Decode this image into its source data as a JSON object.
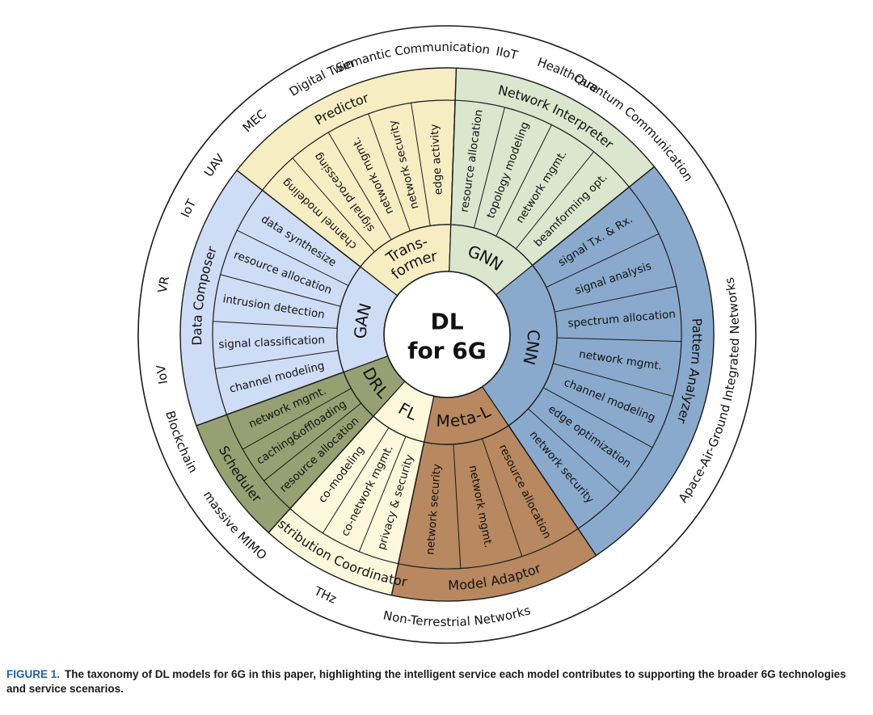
{
  "center": {
    "line1": "DL",
    "line2": "for 6G"
  },
  "colors": {
    "transformer": "#f7edc3",
    "gnn": "#dae6cd",
    "cnn": "#8aaacd",
    "meta": "#b88860",
    "fl": "#fdf8dc",
    "drl": "#97a072",
    "gan": "#cfdcf5",
    "stroke": "#1a1a1a",
    "caption_label": "#1f5fa8"
  },
  "segments": [
    {
      "key": "transformer",
      "model": "Trans-\nformer",
      "service": "Predictor",
      "apps": [
        "channel modeling",
        "signal processing",
        "network mgmt.",
        "network security",
        "edge activity"
      ]
    },
    {
      "key": "gnn",
      "model": "GNN",
      "service": "Network Interpreter",
      "apps": [
        "resource allocation",
        "topology modeling",
        "network mgmt.",
        "beamforming opt."
      ]
    },
    {
      "key": "cnn",
      "model": "CNN",
      "service": "Pattern Analyzer",
      "apps": [
        "signal Tx. & Rx.",
        "signal analysis",
        "spectrum allocation",
        "network mgmt.",
        "channel modeling",
        "edge optimization",
        "network security"
      ]
    },
    {
      "key": "meta",
      "model": "Meta-L",
      "service": "Model Adaptor",
      "apps": [
        "resource allocation",
        "network mgmt.",
        "network security"
      ]
    },
    {
      "key": "fl",
      "model": "FL",
      "service": "Distribution Coordinator",
      "apps": [
        "privacy & security",
        "co-network mgmt.",
        "co-modeling"
      ]
    },
    {
      "key": "drl",
      "model": "DRL",
      "service": "Scheduler",
      "apps": [
        "resource allocation",
        "caching&offloading",
        "network mgmt."
      ]
    },
    {
      "key": "gan",
      "model": "GAN",
      "service": "Data Composer",
      "apps": [
        "channel modeling",
        "signal classification",
        "intrusion detection",
        "resource allocation",
        "data synthesize"
      ]
    }
  ],
  "outer_ring": [
    "Semantic Communication",
    "IIoT",
    "Healthcare",
    "Quantum Communication",
    "Apace-Air-Ground Integrated Networks",
    "Non-Terrestrial Networks",
    "THz",
    "massive MIMO",
    "Blockchain",
    "IoV",
    "VR",
    "IoT",
    "UAV",
    "MEC",
    "Digital Twin"
  ],
  "caption": {
    "label": "FIGURE 1.",
    "text": "The taxonomy of DL models for 6G in this paper, highlighting the intelligent service each model contributes to supporting the broader 6G technologies and service scenarios."
  }
}
